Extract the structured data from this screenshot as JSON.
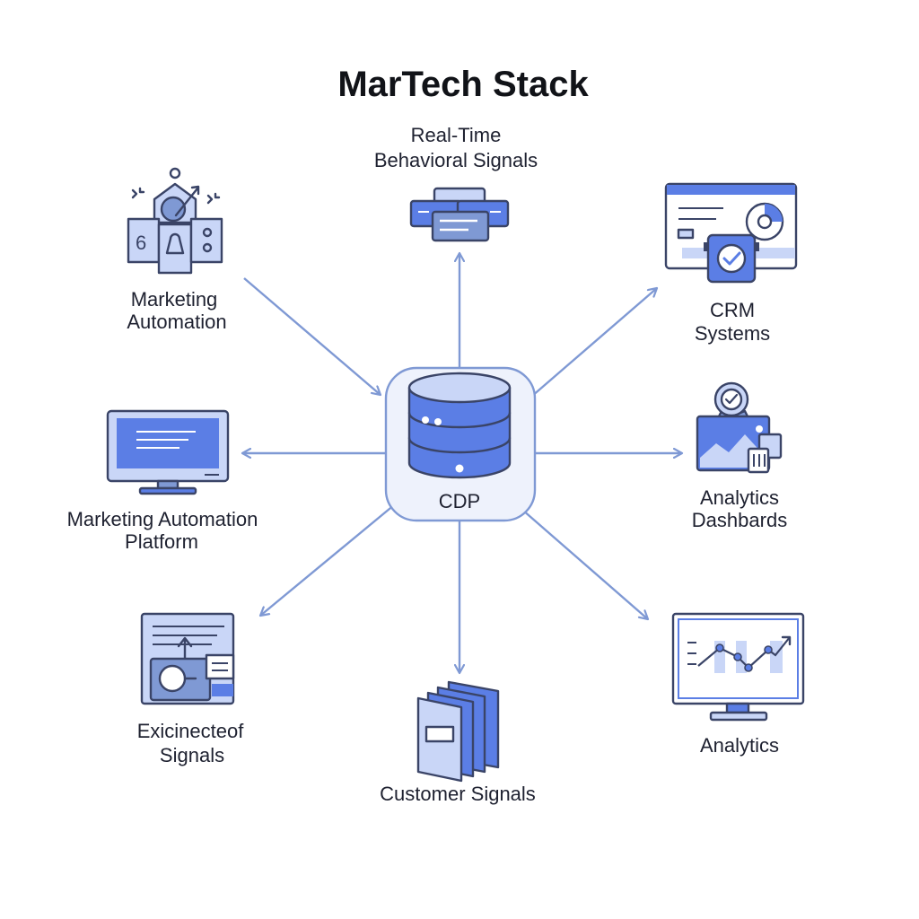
{
  "title": "MarTech Stack",
  "hub": {
    "label": "CDP",
    "icon": "database-icon"
  },
  "nodes": {
    "behavioral": {
      "line1": "Real-Time",
      "line2": "Behavioral Signals",
      "icon": "message-stack-icon"
    },
    "marketing_automation": {
      "line1": "Marketing",
      "line2": "Automation",
      "icon": "automation-puzzle-icon"
    },
    "crm": {
      "line1": "CRM",
      "line2": "Systems",
      "icon": "crm-window-icon"
    },
    "map": {
      "line1": "Marketing Automation",
      "line2": "Platform",
      "icon": "monitor-icon"
    },
    "dashboards": {
      "line1": "Analytics",
      "line2": "Dashbards",
      "icon": "dashboard-badge-icon"
    },
    "experience": {
      "line1": "Exicinecteof",
      "line2": "Signals",
      "icon": "signal-panel-icon"
    },
    "customer": {
      "line1": "Customer Signals",
      "icon": "document-stack-icon"
    },
    "analytics": {
      "line1": "Analytics",
      "icon": "line-chart-monitor-icon"
    }
  },
  "colors": {
    "accent": "#5b7ee5",
    "accent_light": "#c9d6f7",
    "line": "#7f99d4",
    "ink": "#3a4467"
  }
}
